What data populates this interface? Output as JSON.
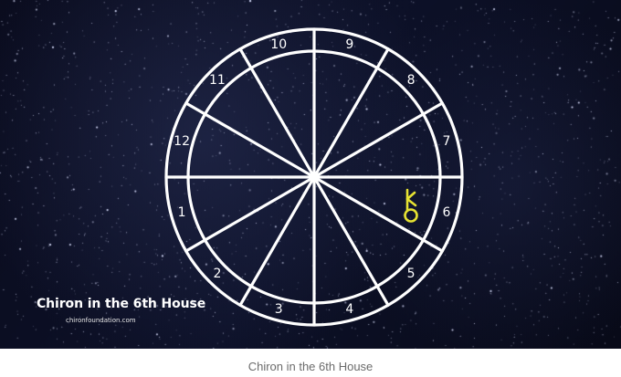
{
  "image": {
    "houses": [
      "1",
      "2",
      "3",
      "4",
      "5",
      "6",
      "7",
      "8",
      "9",
      "10",
      "11",
      "12"
    ],
    "planet_icon": "chiron-icon",
    "planet_color": "#e6e232",
    "overlay_title": "Chiron in the 6th House",
    "overlay_site": "chironfoundation.com"
  },
  "caption": "Chiron in the 6th House"
}
